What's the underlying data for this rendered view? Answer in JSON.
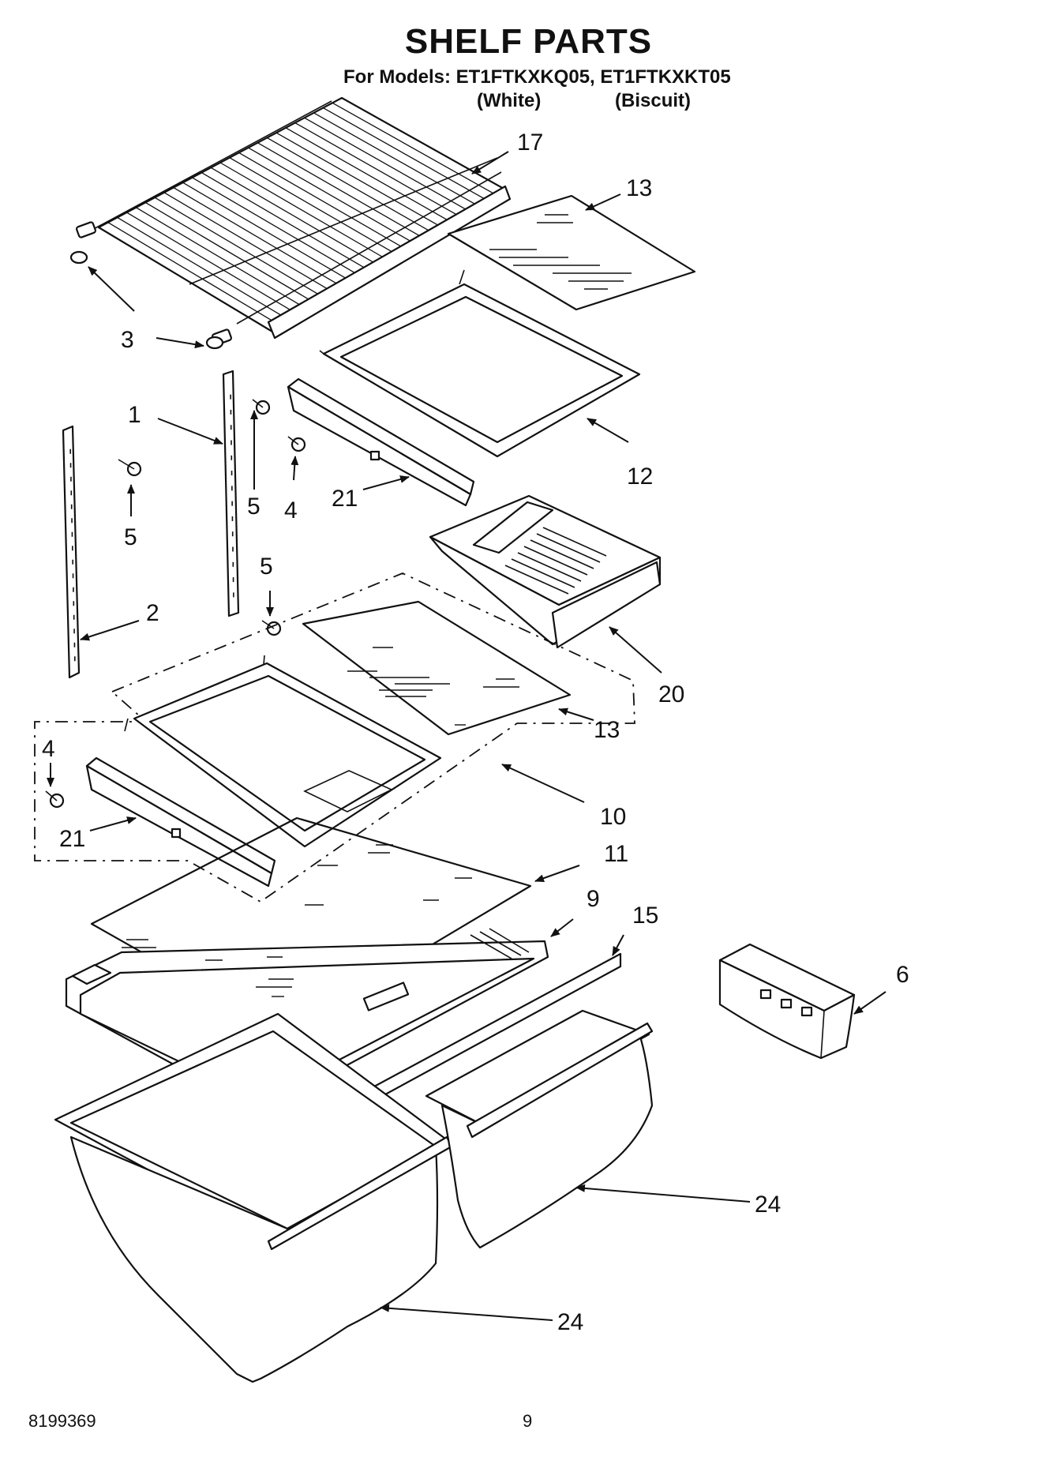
{
  "header": {
    "title": "SHELF PARTS",
    "models_line": "For Models: ET1FTKXKQ05, ET1FTKXKT05",
    "variant_1": "(White)",
    "variant_2": "(Biscuit)"
  },
  "callouts": [
    "17",
    "13",
    "3",
    "1",
    "5",
    "5",
    "4",
    "21",
    "12",
    "5",
    "2",
    "20",
    "13",
    "4",
    "10",
    "21",
    "11",
    "9",
    "15",
    "6",
    "24",
    "24"
  ],
  "footer": {
    "doc_number": "8199369",
    "page_number": "9"
  }
}
